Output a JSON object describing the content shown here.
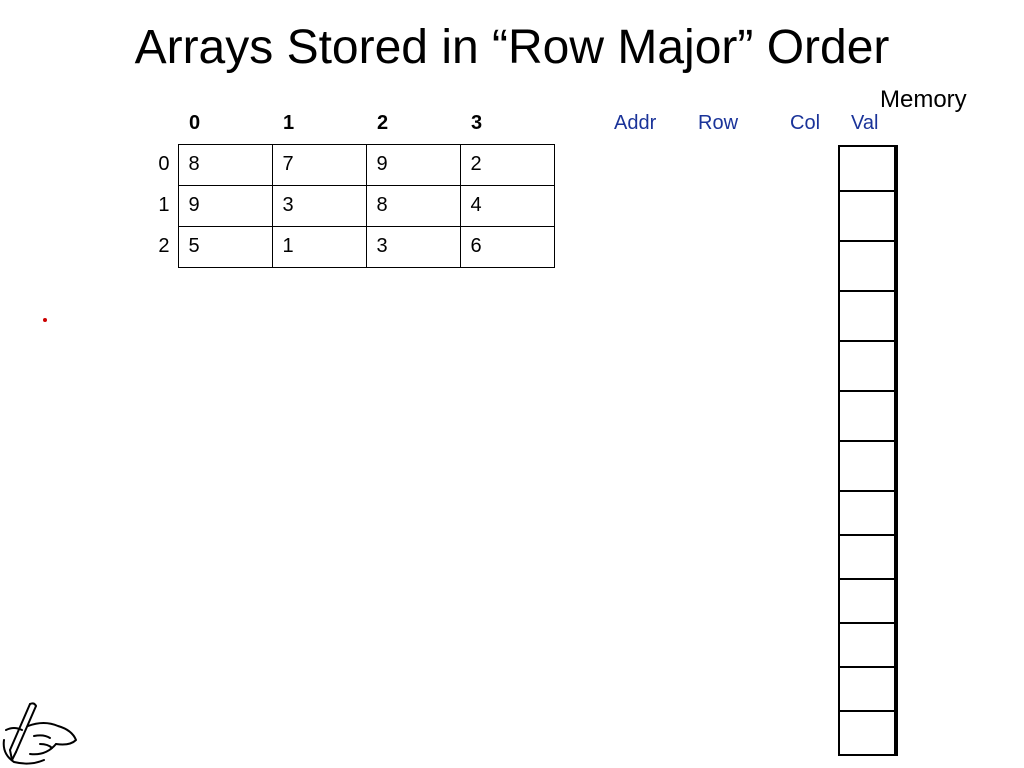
{
  "title": "Arrays Stored in “Row Major” Order",
  "array": {
    "col_headers": [
      "0",
      "1",
      "2",
      "3"
    ],
    "row_headers": [
      "0",
      "1",
      "2"
    ],
    "rows": [
      [
        "8",
        "7",
        "9",
        "2"
      ],
      [
        "9",
        "3",
        "8",
        "4"
      ],
      [
        "5",
        "1",
        "3",
        "6"
      ]
    ]
  },
  "memory": {
    "label": "Memory",
    "headers": {
      "addr": "Addr",
      "row": "Row",
      "col": "Col",
      "val": "Val"
    },
    "cell_count": 13
  },
  "colors": {
    "header_blue": "#1a3399",
    "dot_red": "#cc0000"
  },
  "icons": {
    "logo": "pen-hand-logo"
  }
}
